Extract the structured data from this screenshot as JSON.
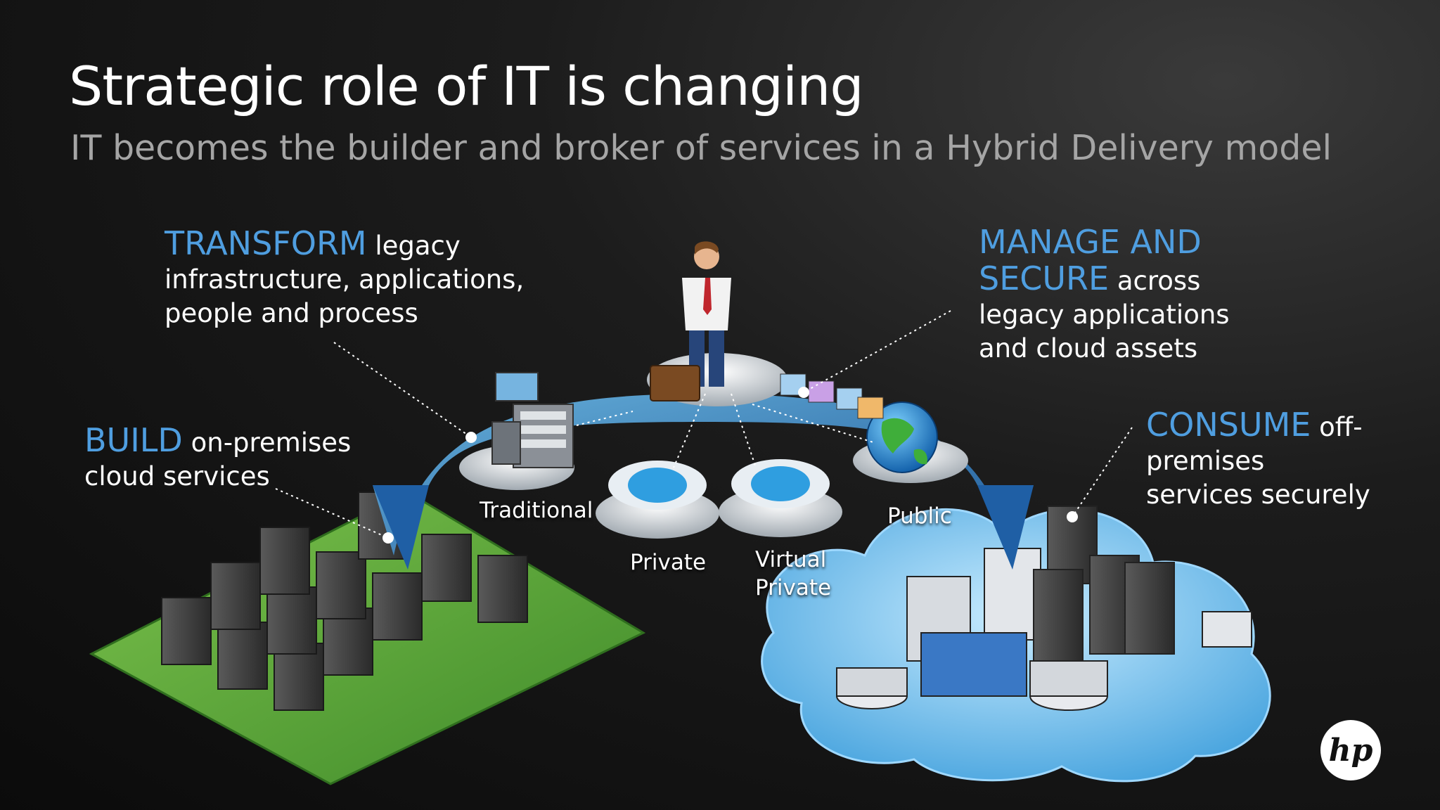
{
  "slide": {
    "title": "Strategic role of IT is changing",
    "subtitle": "IT becomes the builder and broker of services in a Hybrid Delivery model"
  },
  "callouts": {
    "transform": {
      "highlight": "TRANSFORM",
      "text": " legacy infrastructure, applications, people and process"
    },
    "manage": {
      "highlight": "MANAGE AND SECURE",
      "text": " across legacy applications and cloud assets"
    },
    "build": {
      "highlight": "BUILD",
      "text": " on-premises cloud services"
    },
    "consume": {
      "highlight": "CONSUME",
      "text": " off-premises services securely"
    }
  },
  "delivery_models": {
    "traditional": "Traditional",
    "private": "Private",
    "virtual_private": "Virtual Private",
    "public": "Public"
  },
  "logo": {
    "text": "hp"
  },
  "colors": {
    "accent": "#4f9ee0",
    "subtitle": "#a5a5a5",
    "arrow": "#2f7fc6",
    "platform": "#5ea83a",
    "cloud": "#5fb4e6"
  }
}
